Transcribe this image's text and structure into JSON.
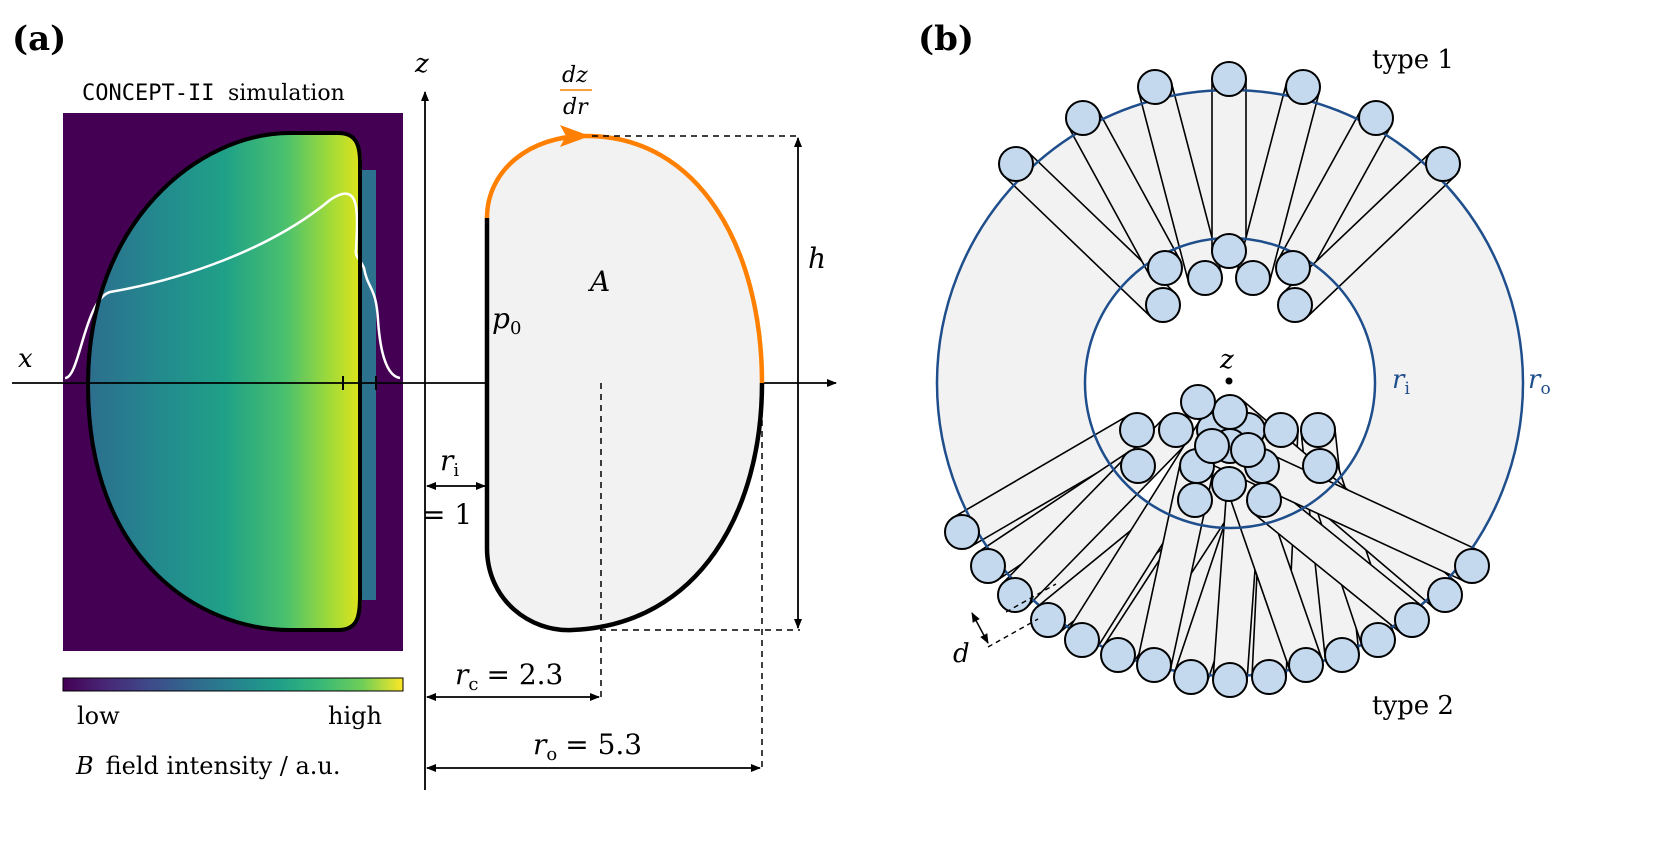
{
  "panel_a": {
    "label": "(a)",
    "sim_title_code": "CONCEPT-II",
    "sim_title_rest": "simulation",
    "colorbar": {
      "low": "low",
      "high": "high",
      "caption": "field intensity / a.u.",
      "symbol": "B"
    },
    "axes": {
      "z": "z",
      "x": "x"
    },
    "labels": {
      "p0": "p",
      "p0_sub": "0",
      "A": "A",
      "h": "h",
      "dz": "dz",
      "dr": "dr",
      "ri_sym": "r",
      "ri_sub": "i",
      "ri_val": "= 1",
      "rc_sym": "r",
      "rc_sub": "c",
      "rc_val": "= 2.3",
      "ro_sym": "r",
      "ro_sub": "o",
      "ro_val": "= 5.3"
    },
    "colors": {
      "orange": "#ff8000",
      "fill": "#f2f2f2",
      "black": "#000000"
    }
  },
  "panel_b": {
    "label": "(b)",
    "type1": "type 1",
    "type2": "type 2",
    "z": "z",
    "ri_sym": "r",
    "ri_sub": "i",
    "ro_sym": "r",
    "ro_sub": "o",
    "d": "d",
    "colors": {
      "ring": "#1f4e8c",
      "coil": "#c4d9ee",
      "fill": "#f2f2f2"
    }
  }
}
